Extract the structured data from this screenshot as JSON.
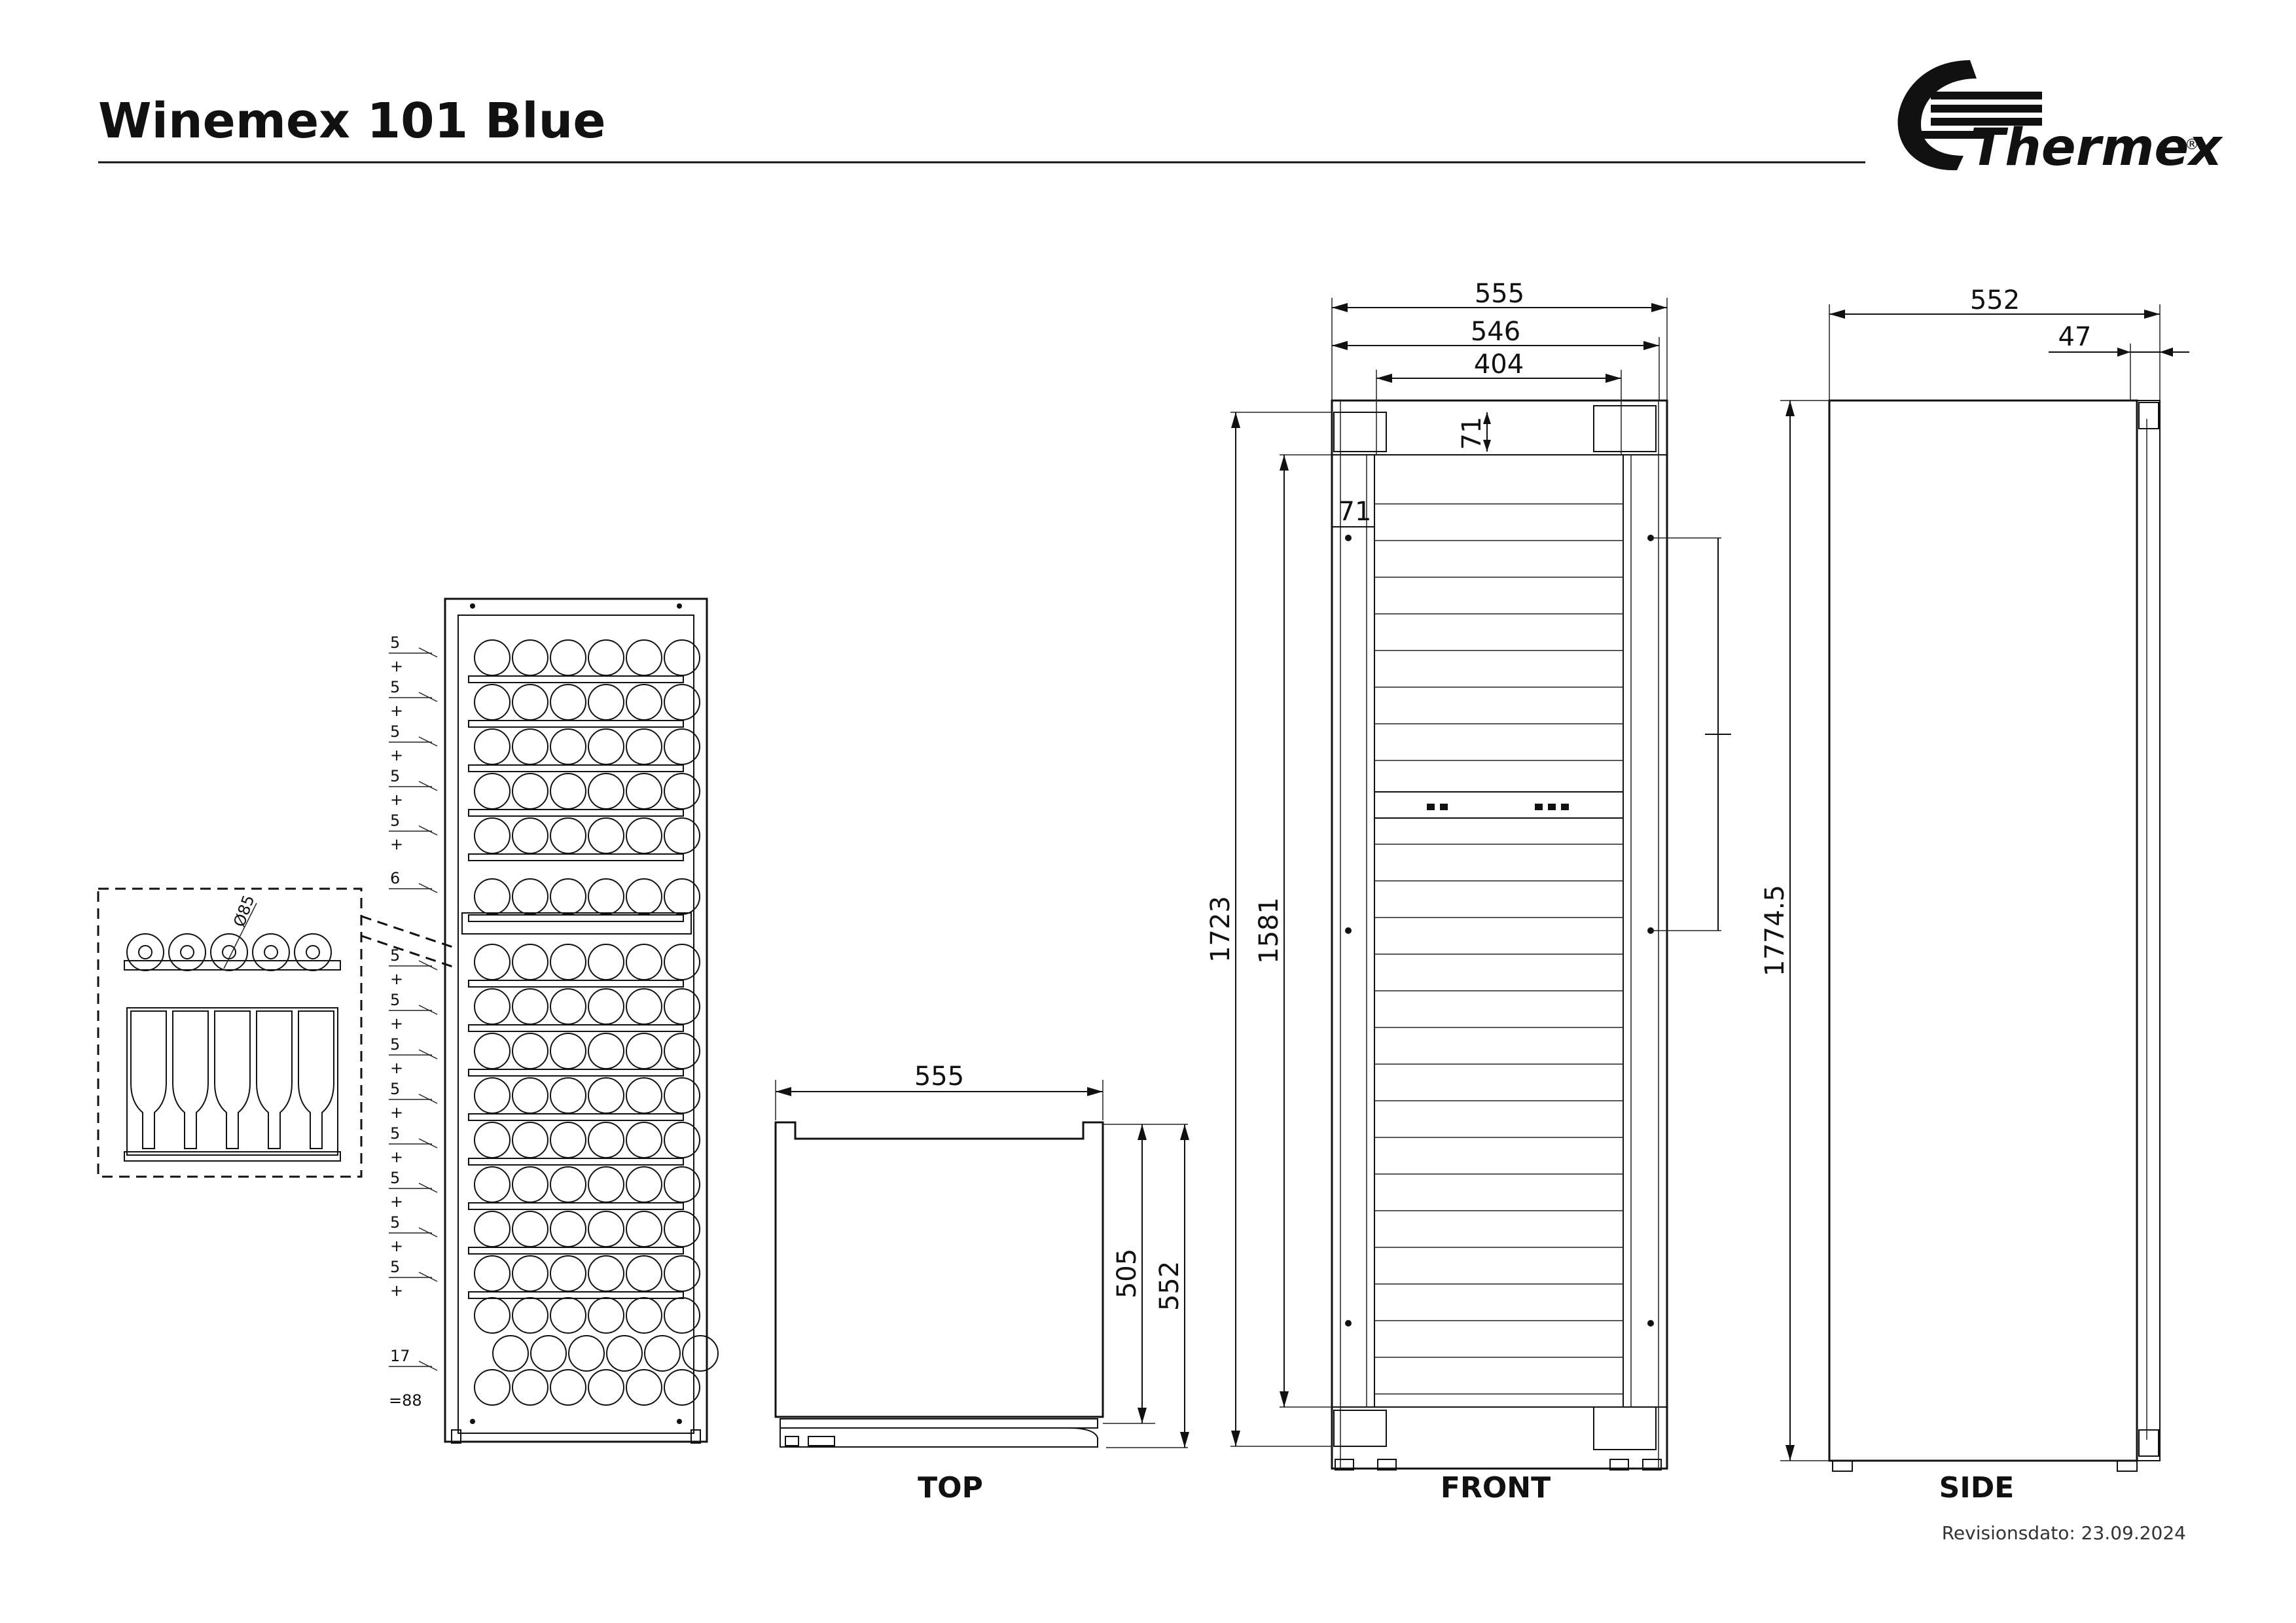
{
  "header": {
    "title": "Winemex 101 Blue",
    "brand": "Thermex",
    "brand_mark": "®"
  },
  "views": {
    "top_label": "TOP",
    "front_label": "FRONT",
    "side_label": "SIDE"
  },
  "dimensions": {
    "top": {
      "width": "555",
      "depth_inner": "505",
      "depth_outer": "552"
    },
    "front": {
      "width_outer": "555",
      "width_mid": "546",
      "width_inner": "404",
      "offset_top": "71",
      "offset_side": "71",
      "height_outer": "1723",
      "height_inner": "1581"
    },
    "side": {
      "depth": "552",
      "door": "47",
      "height": "1774.5"
    }
  },
  "detail": {
    "diameter": "Ø85"
  },
  "shelf_labels": {
    "counts": [
      "5",
      "5",
      "5",
      "5",
      "5",
      "6",
      "5",
      "5",
      "5",
      "5",
      "5",
      "5",
      "5",
      "5",
      "17"
    ],
    "plus": "+",
    "total": "=88"
  },
  "footer": {
    "revision_label": "Revisionsdato: 23.09.2024"
  },
  "icons": {
    "logo": "thermex-logo-icon"
  }
}
